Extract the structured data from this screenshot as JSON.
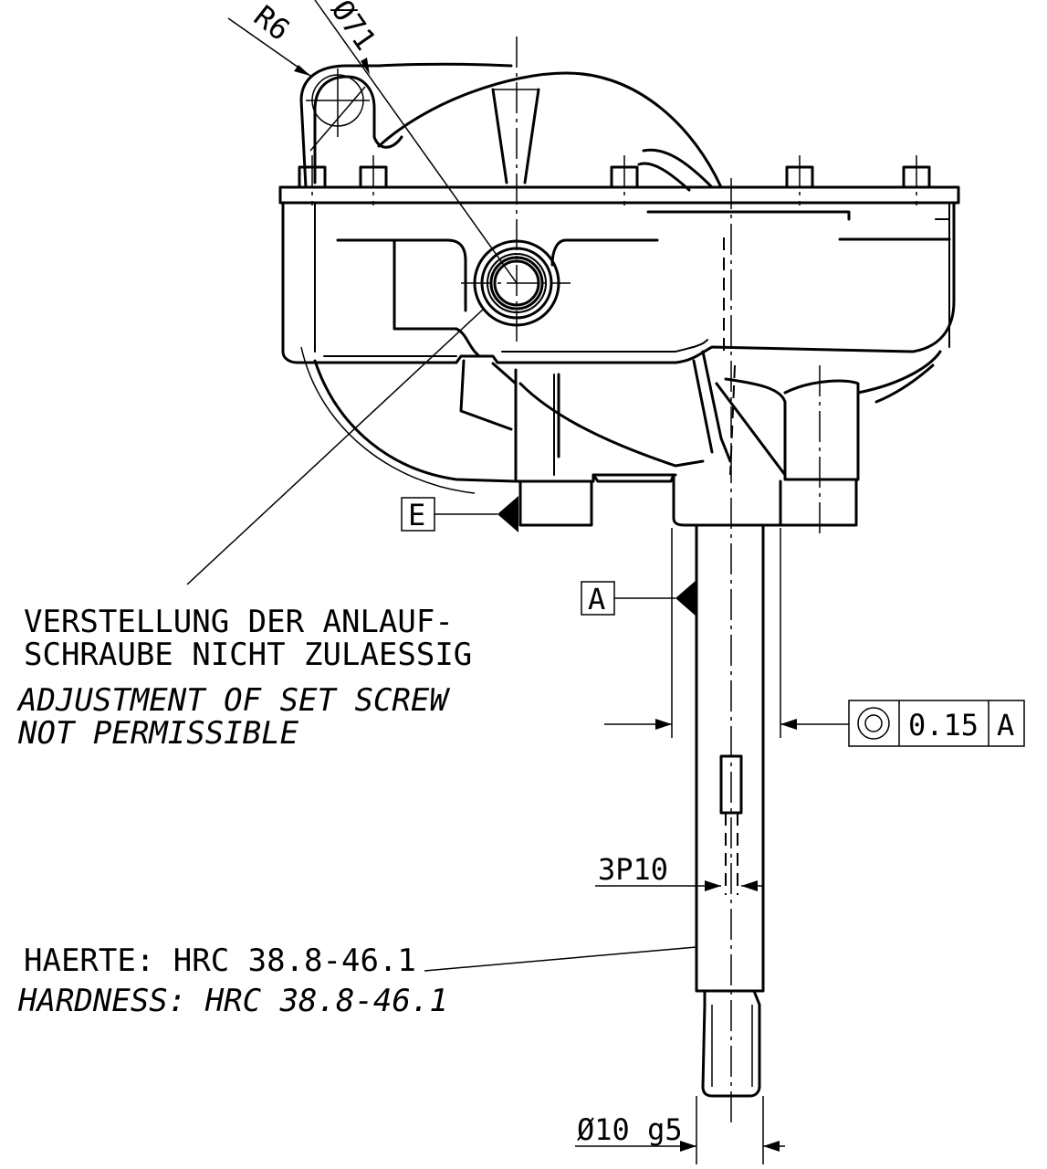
{
  "dimensions": {
    "radius": "R6",
    "diameter_cover": "Ø71",
    "key_width": "3P10",
    "shaft_diameter": "Ø10 g5"
  },
  "datums": {
    "e": "E",
    "a": "A"
  },
  "tolerance_frame": {
    "symbol": "concentricity",
    "value": "0.15",
    "datum": "A"
  },
  "notes": {
    "adjustment_de_line1": "VERSTELLUNG DER ANLAUF-",
    "adjustment_de_line2": "SCHRAUBE NICHT ZULAESSIG",
    "adjustment_en_line1": "ADJUSTMENT OF SET SCREW",
    "adjustment_en_line2": "NOT PERMISSIBLE",
    "hardness_de": "HAERTE: HRC 38.8-46.1",
    "hardness_en": "HARDNESS: HRC 38.8-46.1"
  }
}
